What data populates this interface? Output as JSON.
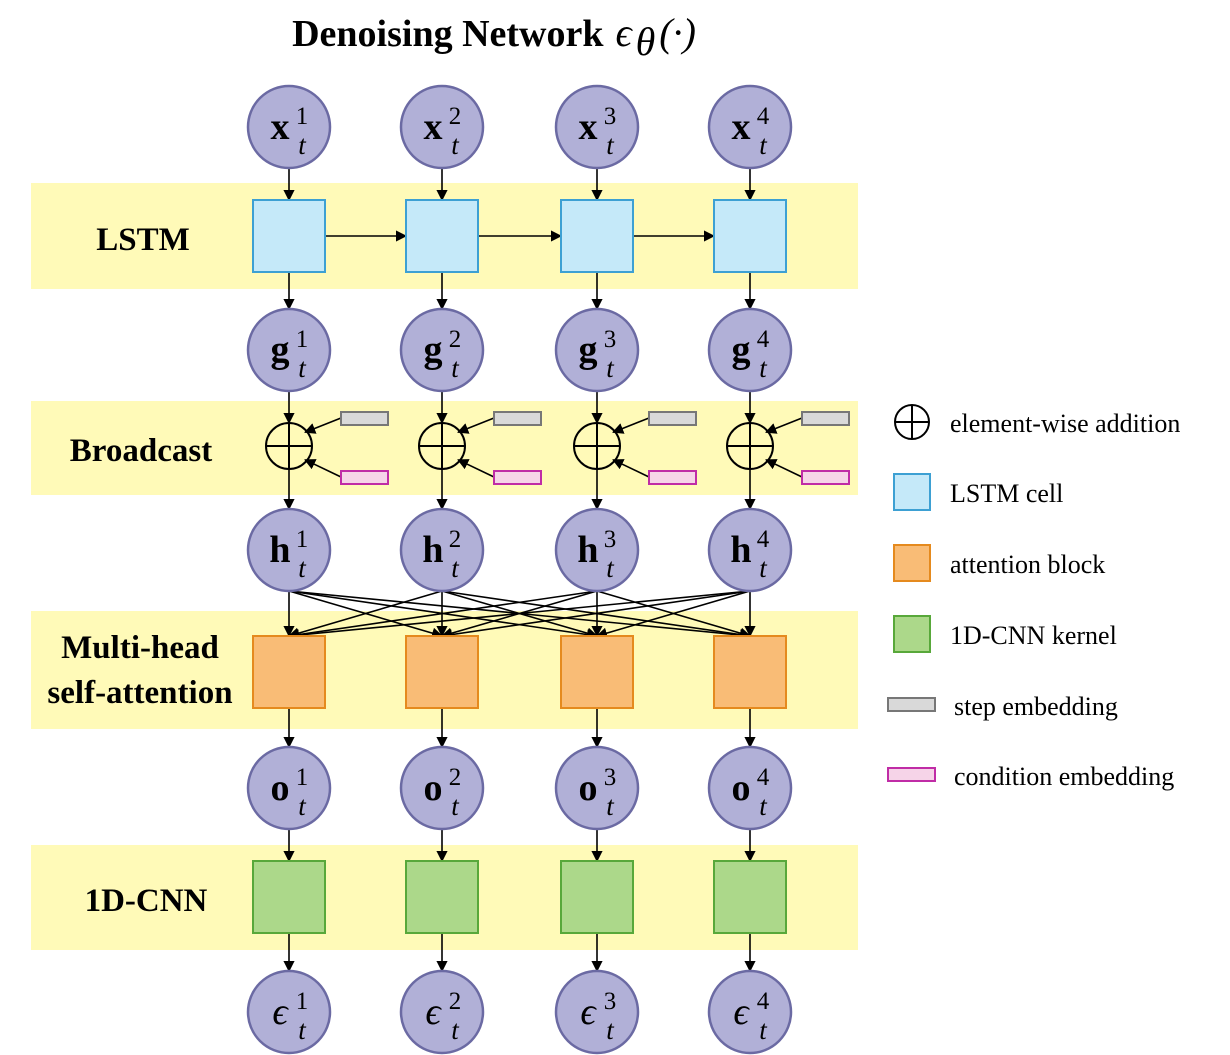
{
  "title": {
    "text": "Denoising Network",
    "math_symbol": "ϵ",
    "math_subscript": "θ",
    "math_args": "(·)"
  },
  "bands": [
    {
      "id": "lstm",
      "label_lines": [
        "LSTM"
      ]
    },
    {
      "id": "broadcast",
      "label_lines": [
        "Broadcast"
      ]
    },
    {
      "id": "attention",
      "label_lines": [
        "Multi-head",
        "self-attention"
      ]
    },
    {
      "id": "cnn",
      "label_lines": [
        "1D-CNN"
      ]
    }
  ],
  "timesteps": [
    "1",
    "2",
    "3",
    "4"
  ],
  "node_rows": [
    {
      "id": "x",
      "symbol": "x",
      "subscript": "t",
      "style": "bold"
    },
    {
      "id": "g",
      "symbol": "g",
      "subscript": "t",
      "style": "bold"
    },
    {
      "id": "h",
      "symbol": "h",
      "subscript": "t",
      "style": "bold"
    },
    {
      "id": "o",
      "symbol": "o",
      "subscript": "t",
      "style": "bold"
    },
    {
      "id": "eps",
      "symbol": "ϵ",
      "subscript": "t",
      "style": "italic"
    }
  ],
  "legend": [
    {
      "id": "add",
      "icon": "circle-plus-icon",
      "label": "element-wise addition"
    },
    {
      "id": "lstm-cell",
      "icon": "blue-square-icon",
      "label": "LSTM cell"
    },
    {
      "id": "attn-block",
      "icon": "orange-square-icon",
      "label": "attention block"
    },
    {
      "id": "cnn-kernel",
      "icon": "green-square-icon",
      "label": "1D-CNN kernel"
    },
    {
      "id": "step-emb",
      "icon": "gray-rect-icon",
      "label": "step embedding"
    },
    {
      "id": "cond-emb",
      "icon": "pink-rect-icon",
      "label": "condition embedding"
    }
  ],
  "colors": {
    "band": "#fffab8",
    "node_fill": "#b1b0d7",
    "node_stroke": "#6b6aa3",
    "lstm_fill": "#c5e9f9",
    "lstm_stroke": "#3da0d3",
    "attn_fill": "#f9bc76",
    "attn_stroke": "#e58a1e",
    "cnn_fill": "#acd88a",
    "cnn_stroke": "#58a83a",
    "step_fill": "#d9d9d9",
    "step_stroke": "#777777",
    "cond_fill": "#f6d4e8",
    "cond_stroke": "#c02ca6",
    "line": "#000000"
  }
}
